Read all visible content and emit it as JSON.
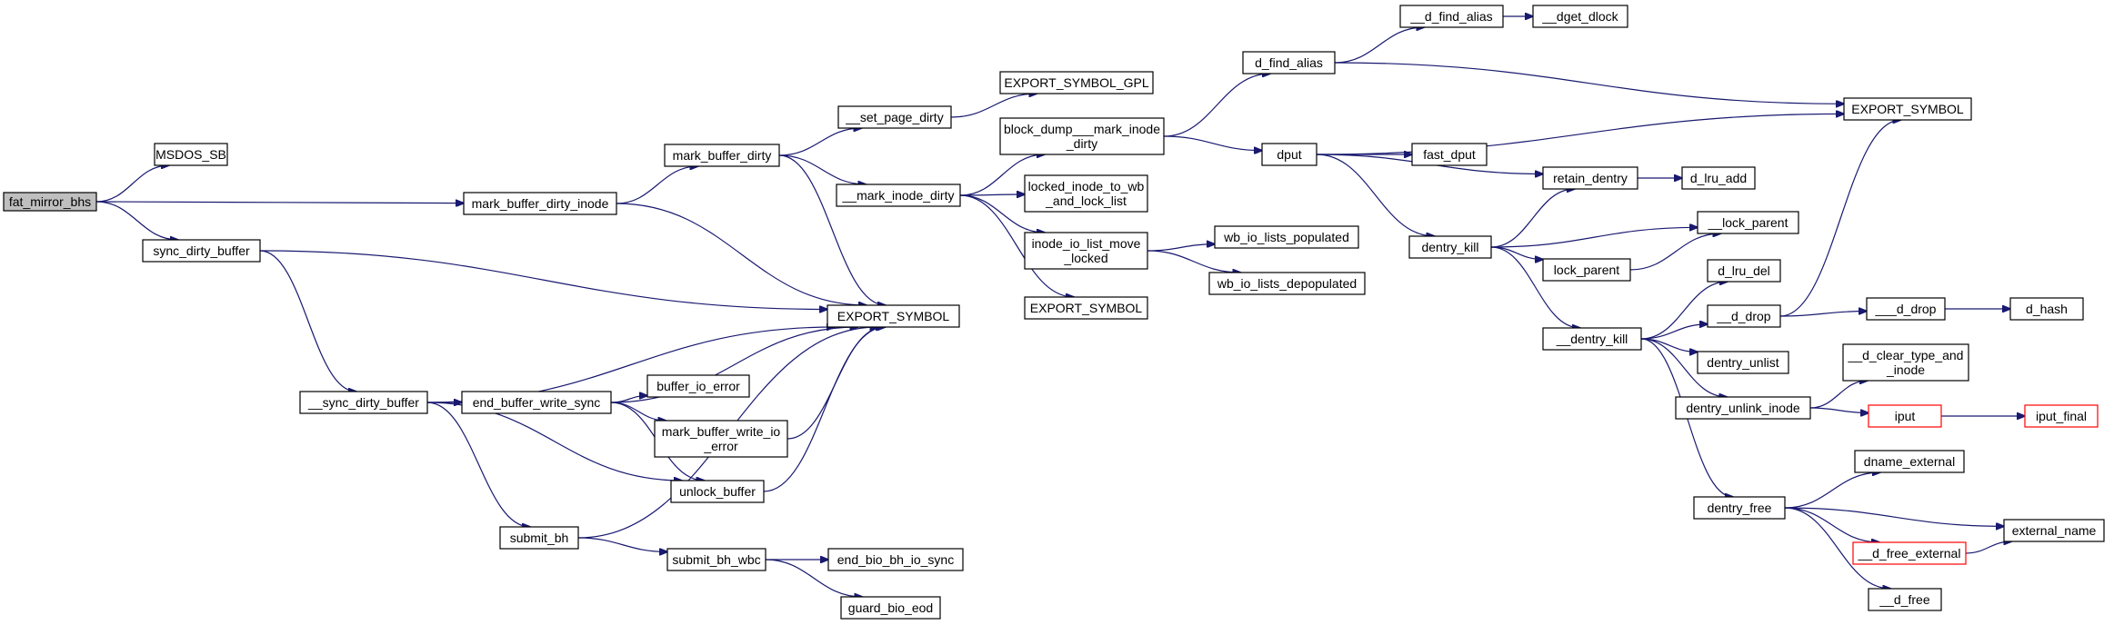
{
  "colors": {
    "edge": "#191970",
    "root_fill": "#bfbfbf",
    "external_border": "#ff0000",
    "border": "#000000"
  },
  "nodes": [
    {
      "id": "fat_mirror_bhs",
      "lines": [
        "fat_mirror_bhs"
      ],
      "root": true
    },
    {
      "id": "MSDOS_SB",
      "lines": [
        "MSDOS_SB"
      ]
    },
    {
      "id": "mark_buffer_dirty_inode",
      "lines": [
        "mark_buffer_dirty_inode"
      ]
    },
    {
      "id": "sync_dirty_buffer",
      "lines": [
        "sync_dirty_buffer"
      ]
    },
    {
      "id": "mark_buffer_dirty",
      "lines": [
        "mark_buffer_dirty"
      ]
    },
    {
      "id": "EXPORT_SYMBOL_a",
      "lines": [
        "EXPORT_SYMBOL"
      ]
    },
    {
      "id": "__sync_dirty_buffer",
      "lines": [
        "__sync_dirty_buffer"
      ]
    },
    {
      "id": "end_buffer_write_sync",
      "lines": [
        "end_buffer_write_sync"
      ]
    },
    {
      "id": "buffer_io_error",
      "lines": [
        "buffer_io_error"
      ]
    },
    {
      "id": "mark_buffer_write_io_error",
      "lines": [
        "mark_buffer_write_io",
        "_error"
      ]
    },
    {
      "id": "unlock_buffer",
      "lines": [
        "unlock_buffer"
      ]
    },
    {
      "id": "submit_bh",
      "lines": [
        "submit_bh"
      ]
    },
    {
      "id": "submit_bh_wbc",
      "lines": [
        "submit_bh_wbc"
      ]
    },
    {
      "id": "end_bio_bh_io_sync",
      "lines": [
        "end_bio_bh_io_sync"
      ]
    },
    {
      "id": "guard_bio_eod",
      "lines": [
        "guard_bio_eod"
      ]
    },
    {
      "id": "__set_page_dirty",
      "lines": [
        "__set_page_dirty"
      ]
    },
    {
      "id": "EXPORT_SYMBOL_GPL",
      "lines": [
        "EXPORT_SYMBOL_GPL"
      ]
    },
    {
      "id": "__mark_inode_dirty",
      "lines": [
        "__mark_inode_dirty"
      ]
    },
    {
      "id": "block_dump___mark_inode_dirty",
      "lines": [
        "block_dump___mark_inode",
        "_dirty"
      ]
    },
    {
      "id": "locked_inode_to_wb_and_lock_list",
      "lines": [
        "locked_inode_to_wb",
        "_and_lock_list"
      ]
    },
    {
      "id": "inode_io_list_move_locked",
      "lines": [
        "inode_io_list_move",
        "_locked"
      ]
    },
    {
      "id": "EXPORT_SYMBOL_b",
      "lines": [
        "EXPORT_SYMBOL"
      ]
    },
    {
      "id": "wb_io_lists_populated",
      "lines": [
        "wb_io_lists_populated"
      ]
    },
    {
      "id": "wb_io_lists_depopulated",
      "lines": [
        "wb_io_lists_depopulated"
      ]
    },
    {
      "id": "d_find_alias",
      "lines": [
        "d_find_alias"
      ]
    },
    {
      "id": "__d_find_alias",
      "lines": [
        "__d_find_alias"
      ]
    },
    {
      "id": "__dget_dlock",
      "lines": [
        "__dget_dlock"
      ]
    },
    {
      "id": "dput",
      "lines": [
        "dput"
      ]
    },
    {
      "id": "fast_dput",
      "lines": [
        "fast_dput"
      ]
    },
    {
      "id": "retain_dentry",
      "lines": [
        "retain_dentry"
      ]
    },
    {
      "id": "d_lru_add",
      "lines": [
        "d_lru_add"
      ]
    },
    {
      "id": "dentry_kill",
      "lines": [
        "dentry_kill"
      ]
    },
    {
      "id": "__lock_parent",
      "lines": [
        "__lock_parent"
      ]
    },
    {
      "id": "lock_parent",
      "lines": [
        "lock_parent"
      ]
    },
    {
      "id": "__dentry_kill",
      "lines": [
        "__dentry_kill"
      ]
    },
    {
      "id": "d_lru_del",
      "lines": [
        "d_lru_del"
      ]
    },
    {
      "id": "__d_drop",
      "lines": [
        "__d_drop"
      ]
    },
    {
      "id": "___d_drop",
      "lines": [
        "___d_drop"
      ]
    },
    {
      "id": "d_hash",
      "lines": [
        "d_hash"
      ]
    },
    {
      "id": "dentry_unlist",
      "lines": [
        "dentry_unlist"
      ]
    },
    {
      "id": "dentry_unlink_inode",
      "lines": [
        "dentry_unlink_inode"
      ]
    },
    {
      "id": "__d_clear_type_and_inode",
      "lines": [
        "__d_clear_type_and",
        "_inode"
      ]
    },
    {
      "id": "iput",
      "lines": [
        "iput"
      ],
      "external": true
    },
    {
      "id": "iput_final",
      "lines": [
        "iput_final"
      ],
      "external": true
    },
    {
      "id": "dentry_free",
      "lines": [
        "dentry_free"
      ]
    },
    {
      "id": "dname_external",
      "lines": [
        "dname_external"
      ]
    },
    {
      "id": "__d_free_external",
      "lines": [
        "__d_free_external"
      ],
      "external": true
    },
    {
      "id": "external_name",
      "lines": [
        "external_name"
      ]
    },
    {
      "id": "__d_free",
      "lines": [
        "__d_free"
      ]
    },
    {
      "id": "EXPORT_SYMBOL_c",
      "lines": [
        "EXPORT_SYMBOL"
      ]
    }
  ],
  "edges": [
    [
      "fat_mirror_bhs",
      "MSDOS_SB"
    ],
    [
      "fat_mirror_bhs",
      "mark_buffer_dirty_inode"
    ],
    [
      "fat_mirror_bhs",
      "sync_dirty_buffer"
    ],
    [
      "mark_buffer_dirty_inode",
      "mark_buffer_dirty"
    ],
    [
      "mark_buffer_dirty_inode",
      "EXPORT_SYMBOL_a"
    ],
    [
      "sync_dirty_buffer",
      "EXPORT_SYMBOL_a"
    ],
    [
      "sync_dirty_buffer",
      "__sync_dirty_buffer"
    ],
    [
      "__sync_dirty_buffer",
      "EXPORT_SYMBOL_a"
    ],
    [
      "__sync_dirty_buffer",
      "end_buffer_write_sync"
    ],
    [
      "__sync_dirty_buffer",
      "unlock_buffer"
    ],
    [
      "__sync_dirty_buffer",
      "submit_bh"
    ],
    [
      "end_buffer_write_sync",
      "EXPORT_SYMBOL_a"
    ],
    [
      "end_buffer_write_sync",
      "buffer_io_error"
    ],
    [
      "end_buffer_write_sync",
      "mark_buffer_write_io_error"
    ],
    [
      "end_buffer_write_sync",
      "unlock_buffer"
    ],
    [
      "mark_buffer_write_io_error",
      "EXPORT_SYMBOL_a"
    ],
    [
      "unlock_buffer",
      "EXPORT_SYMBOL_a"
    ],
    [
      "submit_bh",
      "EXPORT_SYMBOL_a"
    ],
    [
      "submit_bh",
      "submit_bh_wbc"
    ],
    [
      "submit_bh_wbc",
      "end_bio_bh_io_sync"
    ],
    [
      "submit_bh_wbc",
      "guard_bio_eod"
    ],
    [
      "mark_buffer_dirty",
      "__set_page_dirty"
    ],
    [
      "mark_buffer_dirty",
      "__mark_inode_dirty"
    ],
    [
      "mark_buffer_dirty",
      "EXPORT_SYMBOL_a"
    ],
    [
      "__set_page_dirty",
      "EXPORT_SYMBOL_GPL"
    ],
    [
      "__mark_inode_dirty",
      "block_dump___mark_inode_dirty"
    ],
    [
      "__mark_inode_dirty",
      "locked_inode_to_wb_and_lock_list"
    ],
    [
      "__mark_inode_dirty",
      "inode_io_list_move_locked"
    ],
    [
      "__mark_inode_dirty",
      "EXPORT_SYMBOL_b"
    ],
    [
      "inode_io_list_move_locked",
      "wb_io_lists_populated"
    ],
    [
      "inode_io_list_move_locked",
      "wb_io_lists_depopulated"
    ],
    [
      "block_dump___mark_inode_dirty",
      "d_find_alias"
    ],
    [
      "block_dump___mark_inode_dirty",
      "dput"
    ],
    [
      "d_find_alias",
      "__d_find_alias"
    ],
    [
      "d_find_alias",
      "EXPORT_SYMBOL_c"
    ],
    [
      "__d_find_alias",
      "__dget_dlock"
    ],
    [
      "dput",
      "EXPORT_SYMBOL_c"
    ],
    [
      "dput",
      "fast_dput"
    ],
    [
      "dput",
      "retain_dentry"
    ],
    [
      "dput",
      "dentry_kill"
    ],
    [
      "retain_dentry",
      "d_lru_add"
    ],
    [
      "dentry_kill",
      "retain_dentry"
    ],
    [
      "dentry_kill",
      "__lock_parent"
    ],
    [
      "dentry_kill",
      "lock_parent"
    ],
    [
      "dentry_kill",
      "__dentry_kill"
    ],
    [
      "lock_parent",
      "__lock_parent"
    ],
    [
      "__dentry_kill",
      "d_lru_del"
    ],
    [
      "__dentry_kill",
      "__d_drop"
    ],
    [
      "__dentry_kill",
      "dentry_unlist"
    ],
    [
      "__dentry_kill",
      "dentry_unlink_inode"
    ],
    [
      "__dentry_kill",
      "dentry_free"
    ],
    [
      "__d_drop",
      "___d_drop"
    ],
    [
      "__d_drop",
      "EXPORT_SYMBOL_c"
    ],
    [
      "___d_drop",
      "d_hash"
    ],
    [
      "dentry_unlink_inode",
      "__d_clear_type_and_inode"
    ],
    [
      "dentry_unlink_inode",
      "iput"
    ],
    [
      "iput",
      "iput_final"
    ],
    [
      "dentry_free",
      "dname_external"
    ],
    [
      "dentry_free",
      "__d_free_external"
    ],
    [
      "dentry_free",
      "external_name"
    ],
    [
      "dentry_free",
      "__d_free"
    ],
    [
      "__d_free_external",
      "external_name"
    ]
  ]
}
